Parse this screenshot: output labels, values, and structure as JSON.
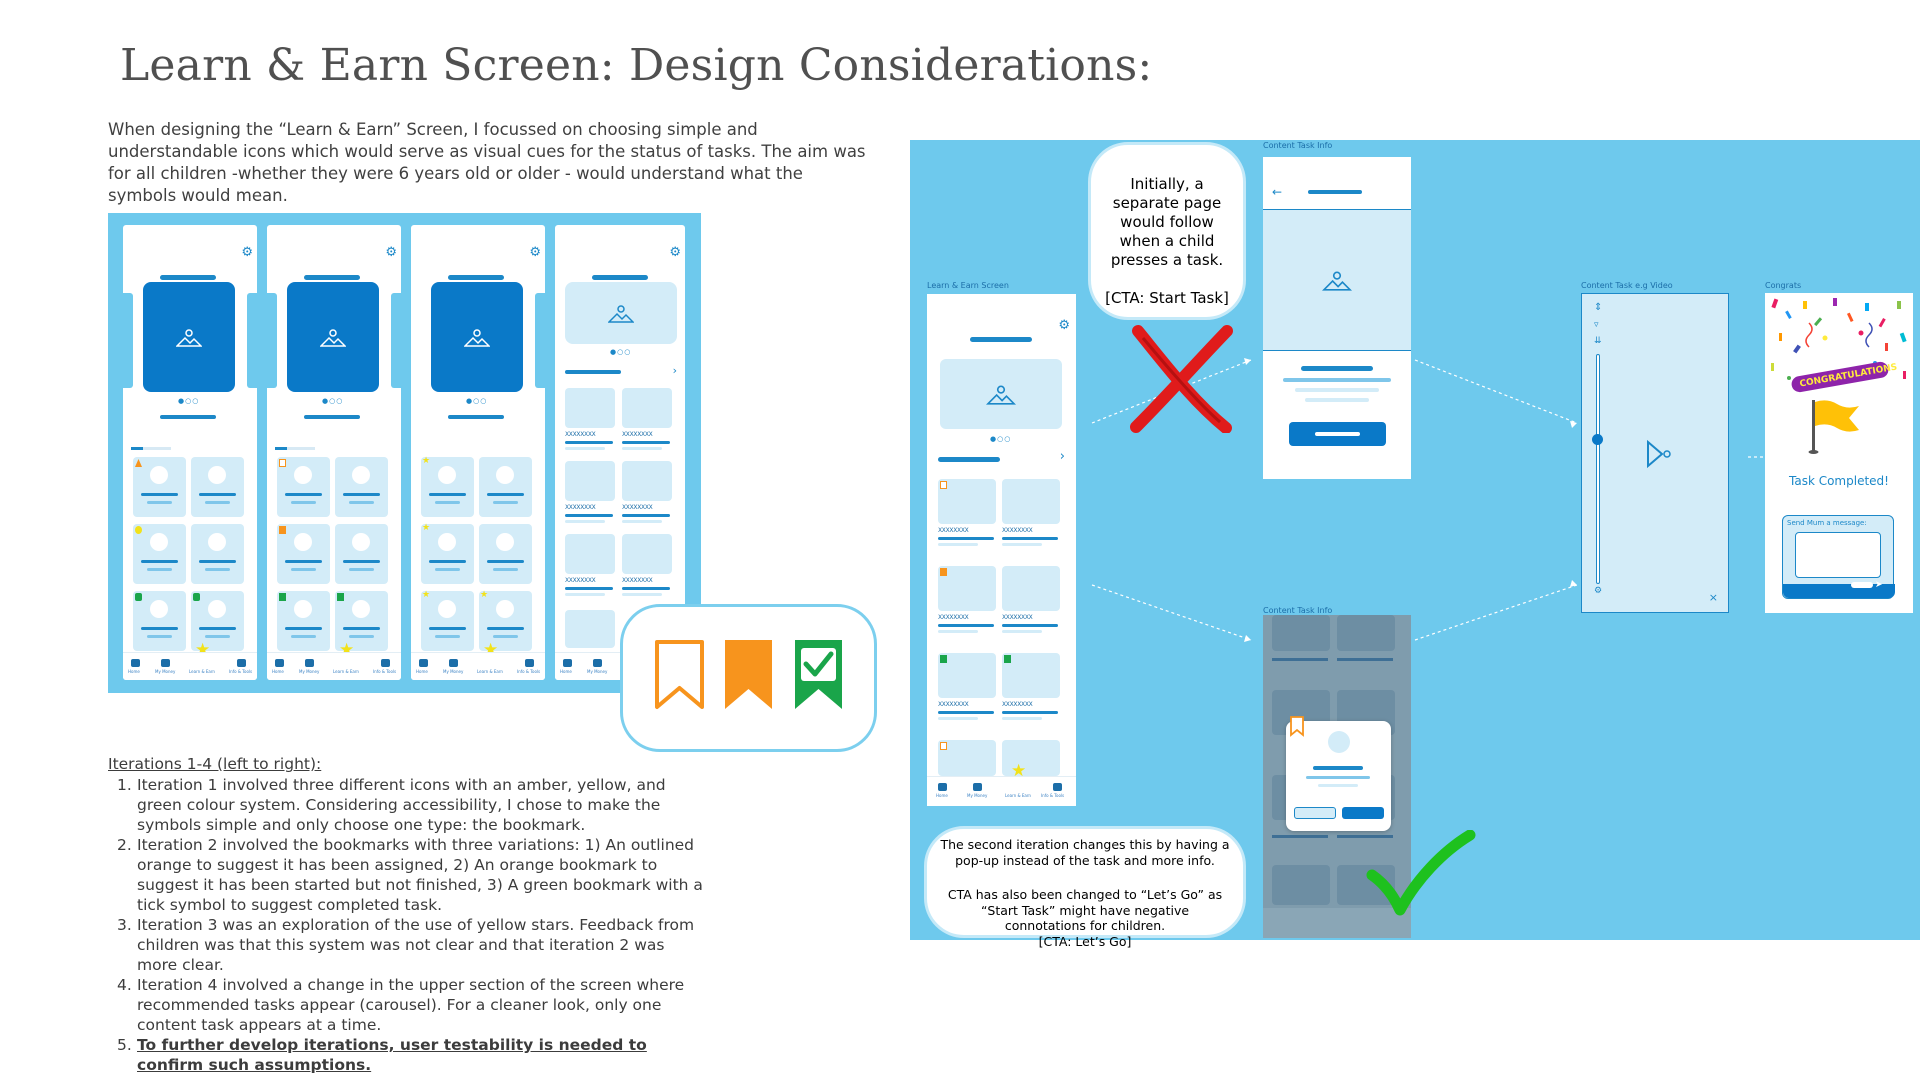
{
  "title": "Learn & Earn Screen: Design Considerations:",
  "intro": "When designing the “Learn & Earn” Screen, I focussed on choosing simple and understandable icons which would serve as visual cues for the status of tasks. The aim was for all children -whether they were 6 years old or older - would understand what the symbols would mean.",
  "phone": {
    "nav_home": "Home",
    "nav_money": "My Money",
    "nav_learn": "Learn & Earn",
    "nav_info": "Info & Tools",
    "item_code": "XXXXXXXX",
    "item_code_short": "XXXXXXX"
  },
  "iterations": {
    "heading": "Iterations 1-4 (left to right):",
    "items": [
      {
        "num": "1.",
        "text": "Iteration 1 involved three different icons with an amber, yellow, and green colour system. Considering accessibility, I chose to make the symbols simple and only choose one type: the bookmark."
      },
      {
        "num": "2.",
        "text": " Iteration 2 involved the bookmarks with three variations: 1) An outlined orange to suggest it has been assigned, 2) An orange bookmark to suggest it has been started but not finished, 3) A green bookmark with a tick symbol to suggest completed task."
      },
      {
        "num": "3.",
        "text": "Iteration 3 was an exploration of the use of yellow stars. Feedback from children was that this system was not clear and that iteration 2 was more clear."
      },
      {
        "num": "4.",
        "text": "Iteration 4 involved a change in the upper section of the screen where recommended tasks appear (carousel). For a cleaner look, only one content task appears at a time."
      },
      {
        "num": "5.",
        "text": "To further develop iterations, user testability is needed to confirm such assumptions. "
      }
    ]
  },
  "flow": {
    "label_learn": "Learn & Earn Screen",
    "label_content_info": "Content Task Info",
    "label_content_info_2": "Content Task Info",
    "label_video": "Content Task e.g Video",
    "label_congrats": "Congrats",
    "bubble1": "Initially, a separate page would follow when a child presses a task.",
    "bubble1_cta": "[CTA: Start Task]",
    "bubble2_p1": "The second iteration changes this by having a pop-up instead of the task and more info.",
    "bubble2_p2": "CTA has also been changed to “Let’s Go” as “Start Task” might have negative connotations for children.",
    "bubble2_cta": "[CTA: Let’s Go]",
    "task_completed": "Task Completed!",
    "send_message": "Send Mum a message:",
    "congrats_banner": "CONGRATULATIONS"
  },
  "colors": {
    "panel_blue": "#6ec9ed",
    "primary_blue": "#1c88c8",
    "amber": "#f7941d",
    "green": "#1aa54a",
    "cross_red": "#e01b1b",
    "star_yellow": "#f2e21a"
  }
}
